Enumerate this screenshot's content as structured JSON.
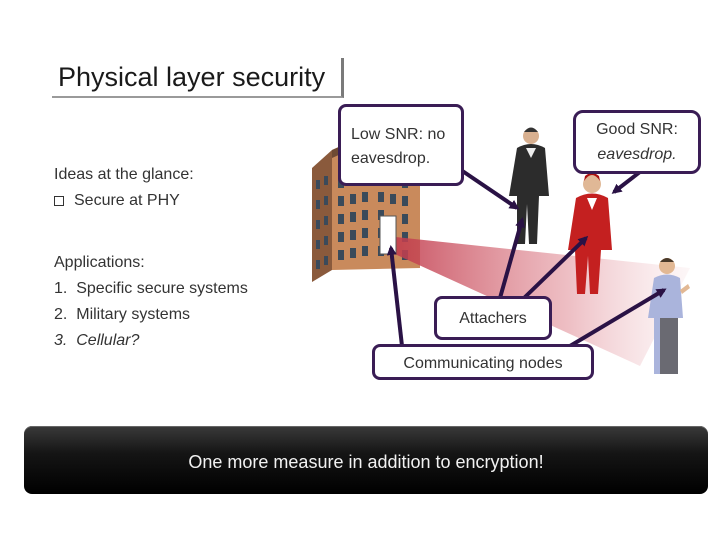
{
  "title": "Physical layer security",
  "ideas": {
    "heading": "Ideas at the glance:",
    "bullet": "Secure at PHY"
  },
  "applications": {
    "heading": "Applications:",
    "items": [
      {
        "num": "1.",
        "text": "Specific secure systems"
      },
      {
        "num": "2.",
        "text": "Military systems"
      },
      {
        "num": "3.",
        "text": "Cellular?"
      }
    ]
  },
  "callouts": {
    "low_snr_line1": "Low SNR: no",
    "low_snr_line2": "eavesdrop.",
    "good_snr_line1": "Good SNR:",
    "good_snr_line2": "eavesdrop.",
    "attachers": "Attachers",
    "nodes": "Communicating nodes"
  },
  "banner": "One more measure in addition to encryption!",
  "colors": {
    "callout_border": "#3a1d55",
    "arrow": "#2a1245",
    "beam": "#c0394a",
    "eavesdropper_red": "#c42020",
    "banner_bg": "#000000"
  }
}
